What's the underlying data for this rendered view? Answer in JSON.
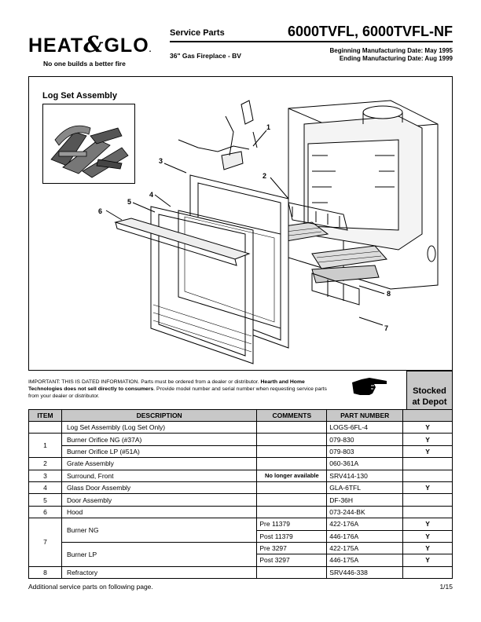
{
  "header": {
    "logo_left": "HEAT",
    "logo_amp": "&",
    "logo_right": "GLO",
    "logo_mark": ".",
    "tagline": "No one builds a better fire",
    "service_parts": "Service Parts",
    "model": "6000TVFL, 6000TVFL-NF",
    "product": "36\" Gas Fireplace - BV",
    "begin_date": "Beginning Manufacturing Date: May 1995",
    "end_date": "Ending Manufacturing Date: Aug 1999"
  },
  "illustration": {
    "title": "Log Set Assembly",
    "callouts": [
      "1",
      "2",
      "3",
      "4",
      "5",
      "6",
      "7",
      "8"
    ]
  },
  "notice": {
    "part1": "IMPORTANT: THIS IS DATED INFORMATION. Parts must be ordered from a dealer or distributor. ",
    "part2": "Hearth and Home Technologies does not sell directly to consumers",
    "part3": ". Provide model number and serial number when requesting service parts from your dealer or distributor."
  },
  "stocked_header": [
    "Stocked",
    "at Depot"
  ],
  "table": {
    "headers": [
      "ITEM",
      "DESCRIPTION",
      "COMMENTS",
      "PART NUMBER"
    ],
    "rows": [
      {
        "item": "",
        "desc": "Log Set Assembly (Log Set Only)",
        "comment": "",
        "part": "LOGS-6FL-4",
        "stock": "Y"
      },
      {
        "item": "1",
        "desc": "Burner Orifice NG (#37A)",
        "comment": "",
        "part": "079-830",
        "stock": "Y"
      },
      {
        "item": "",
        "desc": "Burner Orifice LP (#51A)",
        "comment": "",
        "part": "079-803",
        "stock": "Y"
      },
      {
        "item": "2",
        "desc": "Grate Assembly",
        "comment": "",
        "part": "060-361A",
        "stock": ""
      },
      {
        "item": "3",
        "desc": "Surround, Front",
        "comment": "No longer available",
        "part": "SRV414-130",
        "stock": ""
      },
      {
        "item": "4",
        "desc": "Glass Door Assembly",
        "comment": "",
        "part": "GLA-6TFL",
        "stock": "Y"
      },
      {
        "item": "5",
        "desc": "Door Assembly",
        "comment": "",
        "part": "DF-36H",
        "stock": ""
      },
      {
        "item": "6",
        "desc": "Hood",
        "comment": "",
        "part": "073-244-BK",
        "stock": ""
      },
      {
        "item": "7",
        "desc": "Burner NG",
        "comment": "Pre 11379",
        "part": "422-176A",
        "stock": "Y"
      },
      {
        "item": "",
        "desc": "",
        "comment": "Post 11379",
        "part": "446-176A",
        "stock": "Y"
      },
      {
        "item": "",
        "desc": "Burner LP",
        "comment": "Pre 3297",
        "part": "422-175A",
        "stock": "Y"
      },
      {
        "item": "",
        "desc": "",
        "comment": "Post 3297",
        "part": "446-175A",
        "stock": "Y"
      },
      {
        "item": "8",
        "desc": "Refractory",
        "comment": "",
        "part": "SRV446-338",
        "stock": ""
      }
    ]
  },
  "footer": {
    "left": "Additional service parts on following page.",
    "right": "1/15"
  }
}
